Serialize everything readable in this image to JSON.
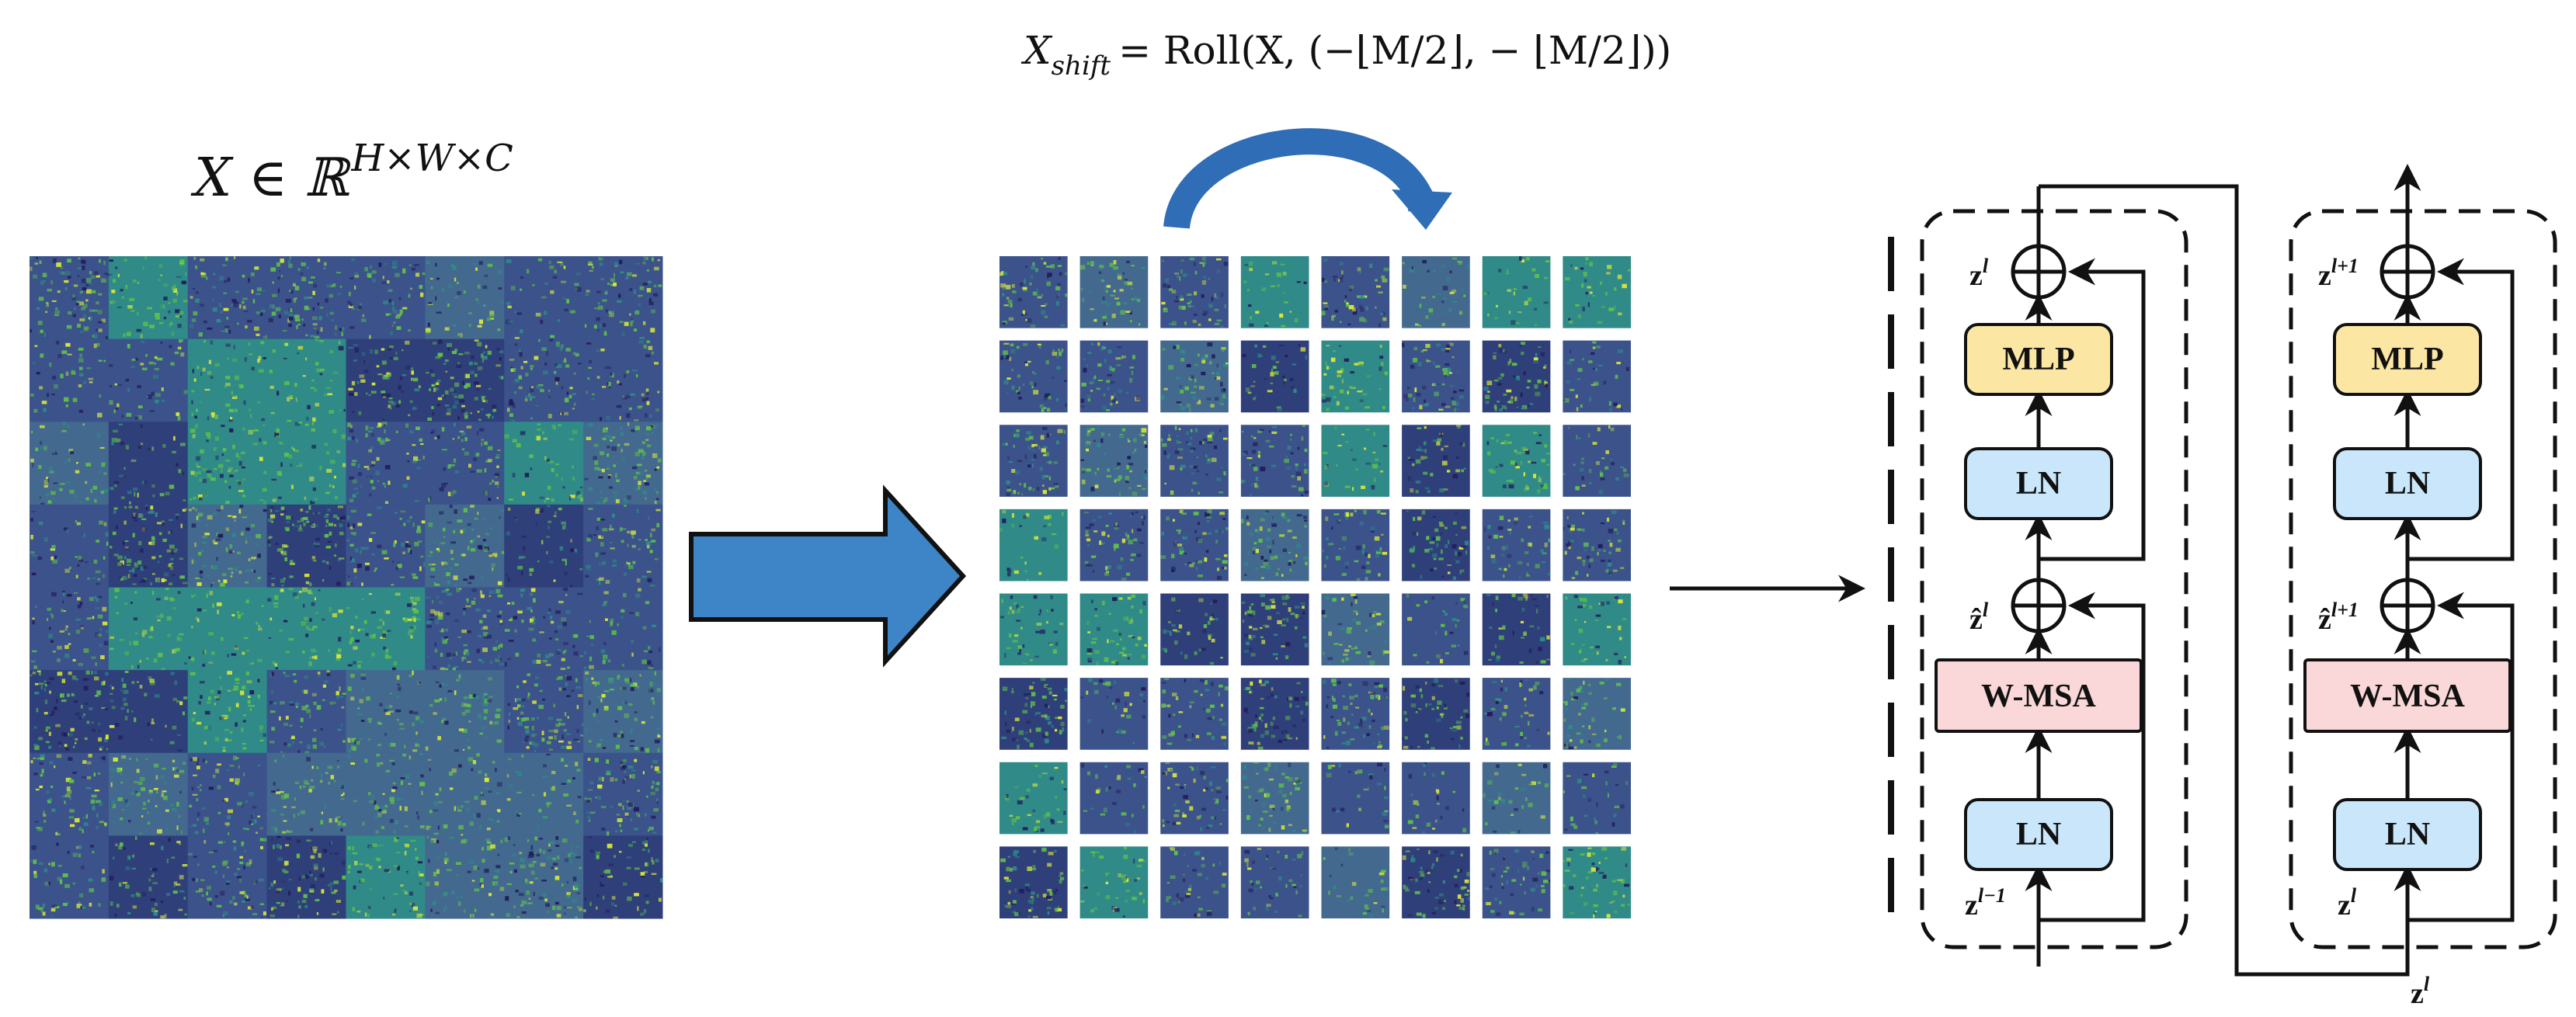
{
  "top_formula": {
    "lhs_main": "X",
    "lhs_sub": "shift",
    "rhs": "= Roll(X, (−⌊M/2⌋, − ⌊M/2⌋))"
  },
  "feature_label": {
    "var": "X ∈ ℝ",
    "dims": "H×W×C"
  },
  "feature_map": {
    "grid": 8,
    "colors": {
      "base": "#3b528b",
      "dark": "#2f3f7a",
      "alt": "#43698f",
      "teal": "#2f8a88",
      "green": "#5fbf4c",
      "yellow": "#d7e63a",
      "navy": "#241d5c"
    }
  },
  "colors": {
    "big_arrow": "#3d85c6",
    "big_arrow_stroke": "#111111",
    "curve_arrow": "#2f6db6",
    "mlp_fill": "#fbe7a3",
    "ln_fill": "#c9e6fa",
    "msa_fill": "#fad7d8"
  },
  "block_left": {
    "mlp": "MLP",
    "ln_top": "LN",
    "msa": "W-MSA",
    "ln_bottom": "LN",
    "z_out_base": "z",
    "z_out_sup": "l",
    "z_hat_base": "ẑ",
    "z_hat_sup": "l",
    "z_in_base": "z",
    "z_in_sup": "l−1"
  },
  "block_right": {
    "mlp": "MLP",
    "ln_top": "LN",
    "msa": "W-MSA",
    "ln_bottom": "LN",
    "z_out_base": "z",
    "z_out_sup": "l+1",
    "z_hat_base": "ẑ",
    "z_hat_sup": "l+1",
    "z_in_base": "z",
    "z_in_sup": "l"
  },
  "bottom_label": {
    "base": "z",
    "sup": "l"
  }
}
